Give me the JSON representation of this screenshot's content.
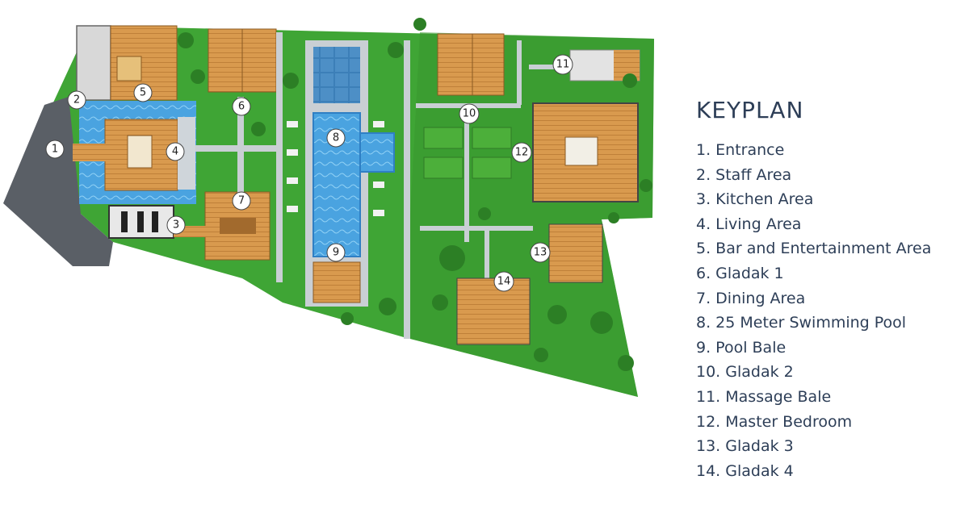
{
  "keyplan": {
    "title": "KEYPLAN",
    "items": [
      {
        "number": "1",
        "label": "1. Entrance"
      },
      {
        "number": "2",
        "label": "2. Staff Area"
      },
      {
        "number": "3",
        "label": "3. Kitchen Area"
      },
      {
        "number": "4",
        "label": "4. Living Area"
      },
      {
        "number": "5",
        "label": "5. Bar and Entertainment Area"
      },
      {
        "number": "6",
        "label": "6. Gladak 1"
      },
      {
        "number": "7",
        "label": "7. Dining Area"
      },
      {
        "number": "8",
        "label": "8. 25 Meter Swimming Pool"
      },
      {
        "number": "9",
        "label": "9. Pool Bale"
      },
      {
        "number": "10",
        "label": "10. Gladak 2"
      },
      {
        "number": "11",
        "label": "11. Massage Bale"
      },
      {
        "number": "12",
        "label": "12. Master Bedroom"
      },
      {
        "number": "13",
        "label": "13. Gladak 3"
      },
      {
        "number": "14",
        "label": "14. Gladak 4"
      }
    ]
  },
  "colors": {
    "lawn": "#3fa535",
    "lawn_dark": "#2f8a2a",
    "pool": "#4aa3e0",
    "pool_deep": "#2f7fc4",
    "timber": "#d99a4e",
    "path": "#c9cfd4",
    "driveway": "#5a5f66",
    "text": "#2d3e57"
  }
}
